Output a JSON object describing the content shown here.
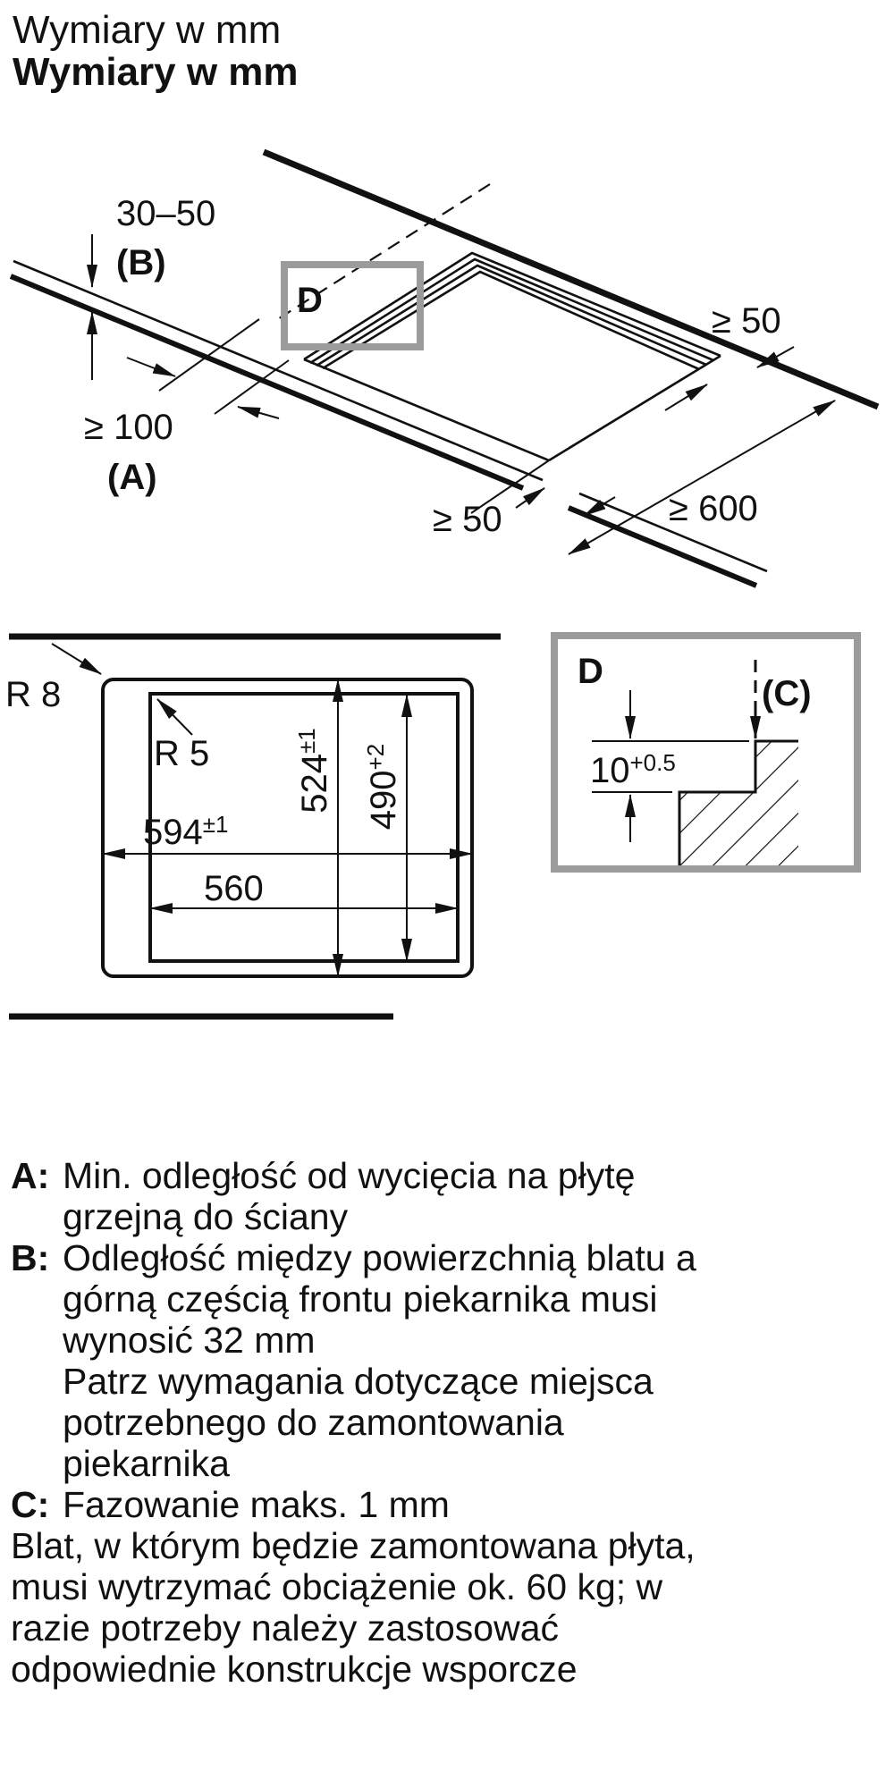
{
  "title": {
    "line1": "Wymiary w mm",
    "line2": "Wymiary w mm"
  },
  "iso_view": {
    "thickness": "30–50",
    "thickness_ref": "(B)",
    "wall_distance": "≥ 100",
    "wall_distance_ref": "(A)",
    "right_gap": "≥ 50",
    "front_gap": "≥ 50",
    "worktop_depth": "≥ 600",
    "detail_label": "D"
  },
  "top_view": {
    "corner_radius_outer": "R 8",
    "corner_radius_inner": "R 5",
    "width_outer": "594",
    "width_outer_tol": "±1",
    "width_inner": "560",
    "depth_outer": "524",
    "depth_outer_tol": "±1",
    "depth_inner": "490",
    "depth_inner_tol": "+2"
  },
  "detail_d": {
    "detail_label": "D",
    "chamfer_ref": "(C)",
    "step_depth": "10",
    "step_depth_tol": "+0.5"
  },
  "notes": [
    {
      "label": "A:",
      "lines": [
        "Min. odległość od wycięcia na płytę",
        "grzejną do ściany"
      ]
    },
    {
      "label": "B:",
      "lines": [
        "Odległość między powierzchnią blatu a",
        "górną częścią frontu piekarnika musi",
        "wynosić 32 mm",
        "Patrz wymagania dotyczące miejsca",
        "potrzebnego do zamontowania",
        "piekarnika"
      ]
    },
    {
      "label": "C:",
      "lines": [
        "Fazowanie maks. 1 mm"
      ]
    },
    {
      "label": "",
      "lines": [
        "Blat, w którym będzie zamontowana płyta,",
        "musi wytrzymać obciążenie ok. 60 kg; w",
        "razie potrzeby należy zastosować",
        "odpowiednie konstrukcje wsporcze"
      ]
    }
  ],
  "colors": {
    "ink": "#111111",
    "detail_frame": "#9b9b9b"
  }
}
